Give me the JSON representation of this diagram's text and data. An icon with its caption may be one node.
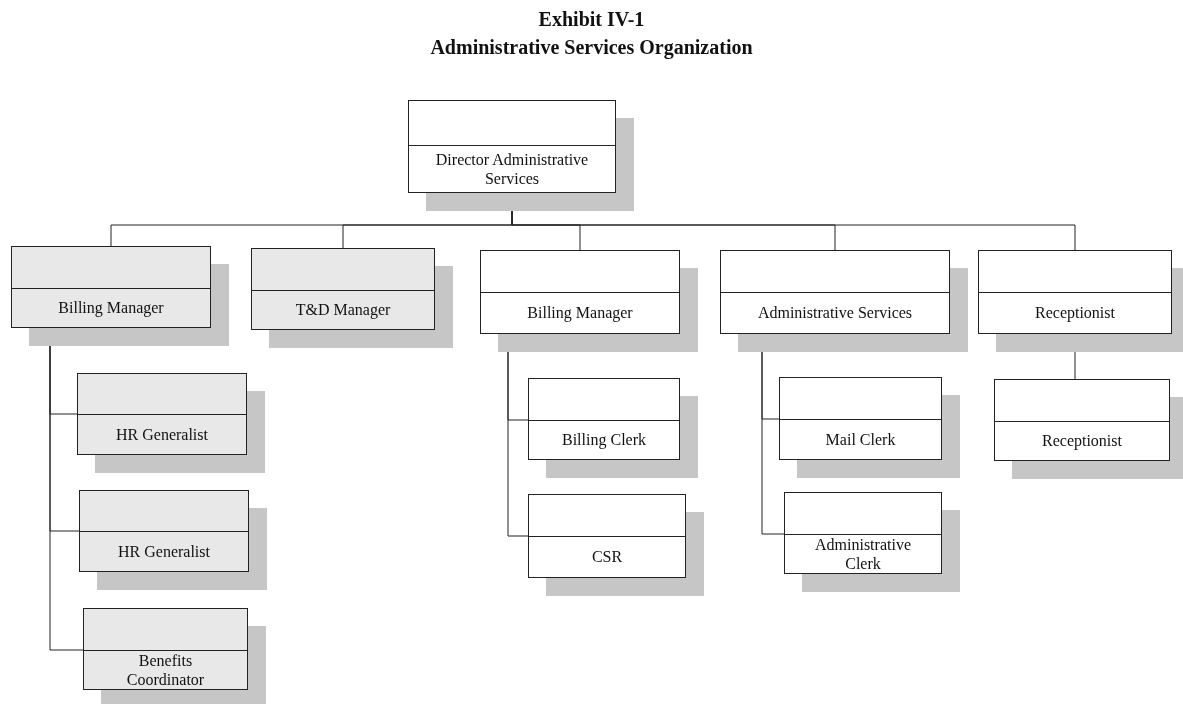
{
  "diagram": {
    "title": "Exhibit IV-1",
    "labels": [
      "Administrative Services Organization"
    ],
    "nodes": [
      {
        "text": [
          "Director Administrative Services"
        ]
      },
      {
        "text": [
          "Billing Manager"
        ]
      },
      {
        "text": [
          "T&D Manager"
        ]
      },
      {
        "text": [
          "Billing Manager"
        ]
      },
      {
        "text": [
          "Administrative Services"
        ]
      },
      {
        "text": [
          "Receptionist"
        ]
      },
      {
        "text": [
          "HR Generalist"
        ]
      },
      {
        "text": [
          "HR Generalist"
        ]
      },
      {
        "text": [
          "Benefits Coordinator"
        ]
      },
      {
        "text": [
          "Billing Clerk"
        ]
      },
      {
        "text": [
          "CSR"
        ]
      },
      {
        "text": [
          "Mail Clerk"
        ]
      },
      {
        "text": [
          "Administrative Clerk"
        ]
      },
      {
        "text": [
          "Receptionist"
        ]
      }
    ],
    "edges": [
      {
        "from": 0,
        "to": 1,
        "arrow": "none"
      },
      {
        "from": 0,
        "to": 2,
        "arrow": "none"
      },
      {
        "from": 0,
        "to": 3,
        "arrow": "none"
      },
      {
        "from": 0,
        "to": 4,
        "arrow": "none"
      },
      {
        "from": 0,
        "to": 5,
        "arrow": "none"
      },
      {
        "from": 1,
        "to": 6,
        "arrow": "none"
      },
      {
        "from": 1,
        "to": 7,
        "arrow": "none"
      },
      {
        "from": 1,
        "to": 8,
        "arrow": "none"
      },
      {
        "from": 3,
        "to": 9,
        "arrow": "none"
      },
      {
        "from": 3,
        "to": 10,
        "arrow": "none"
      },
      {
        "from": 4,
        "to": 11,
        "arrow": "none"
      },
      {
        "from": 4,
        "to": 12,
        "arrow": "none"
      },
      {
        "from": 5,
        "to": 13,
        "arrow": "none"
      }
    ]
  }
}
